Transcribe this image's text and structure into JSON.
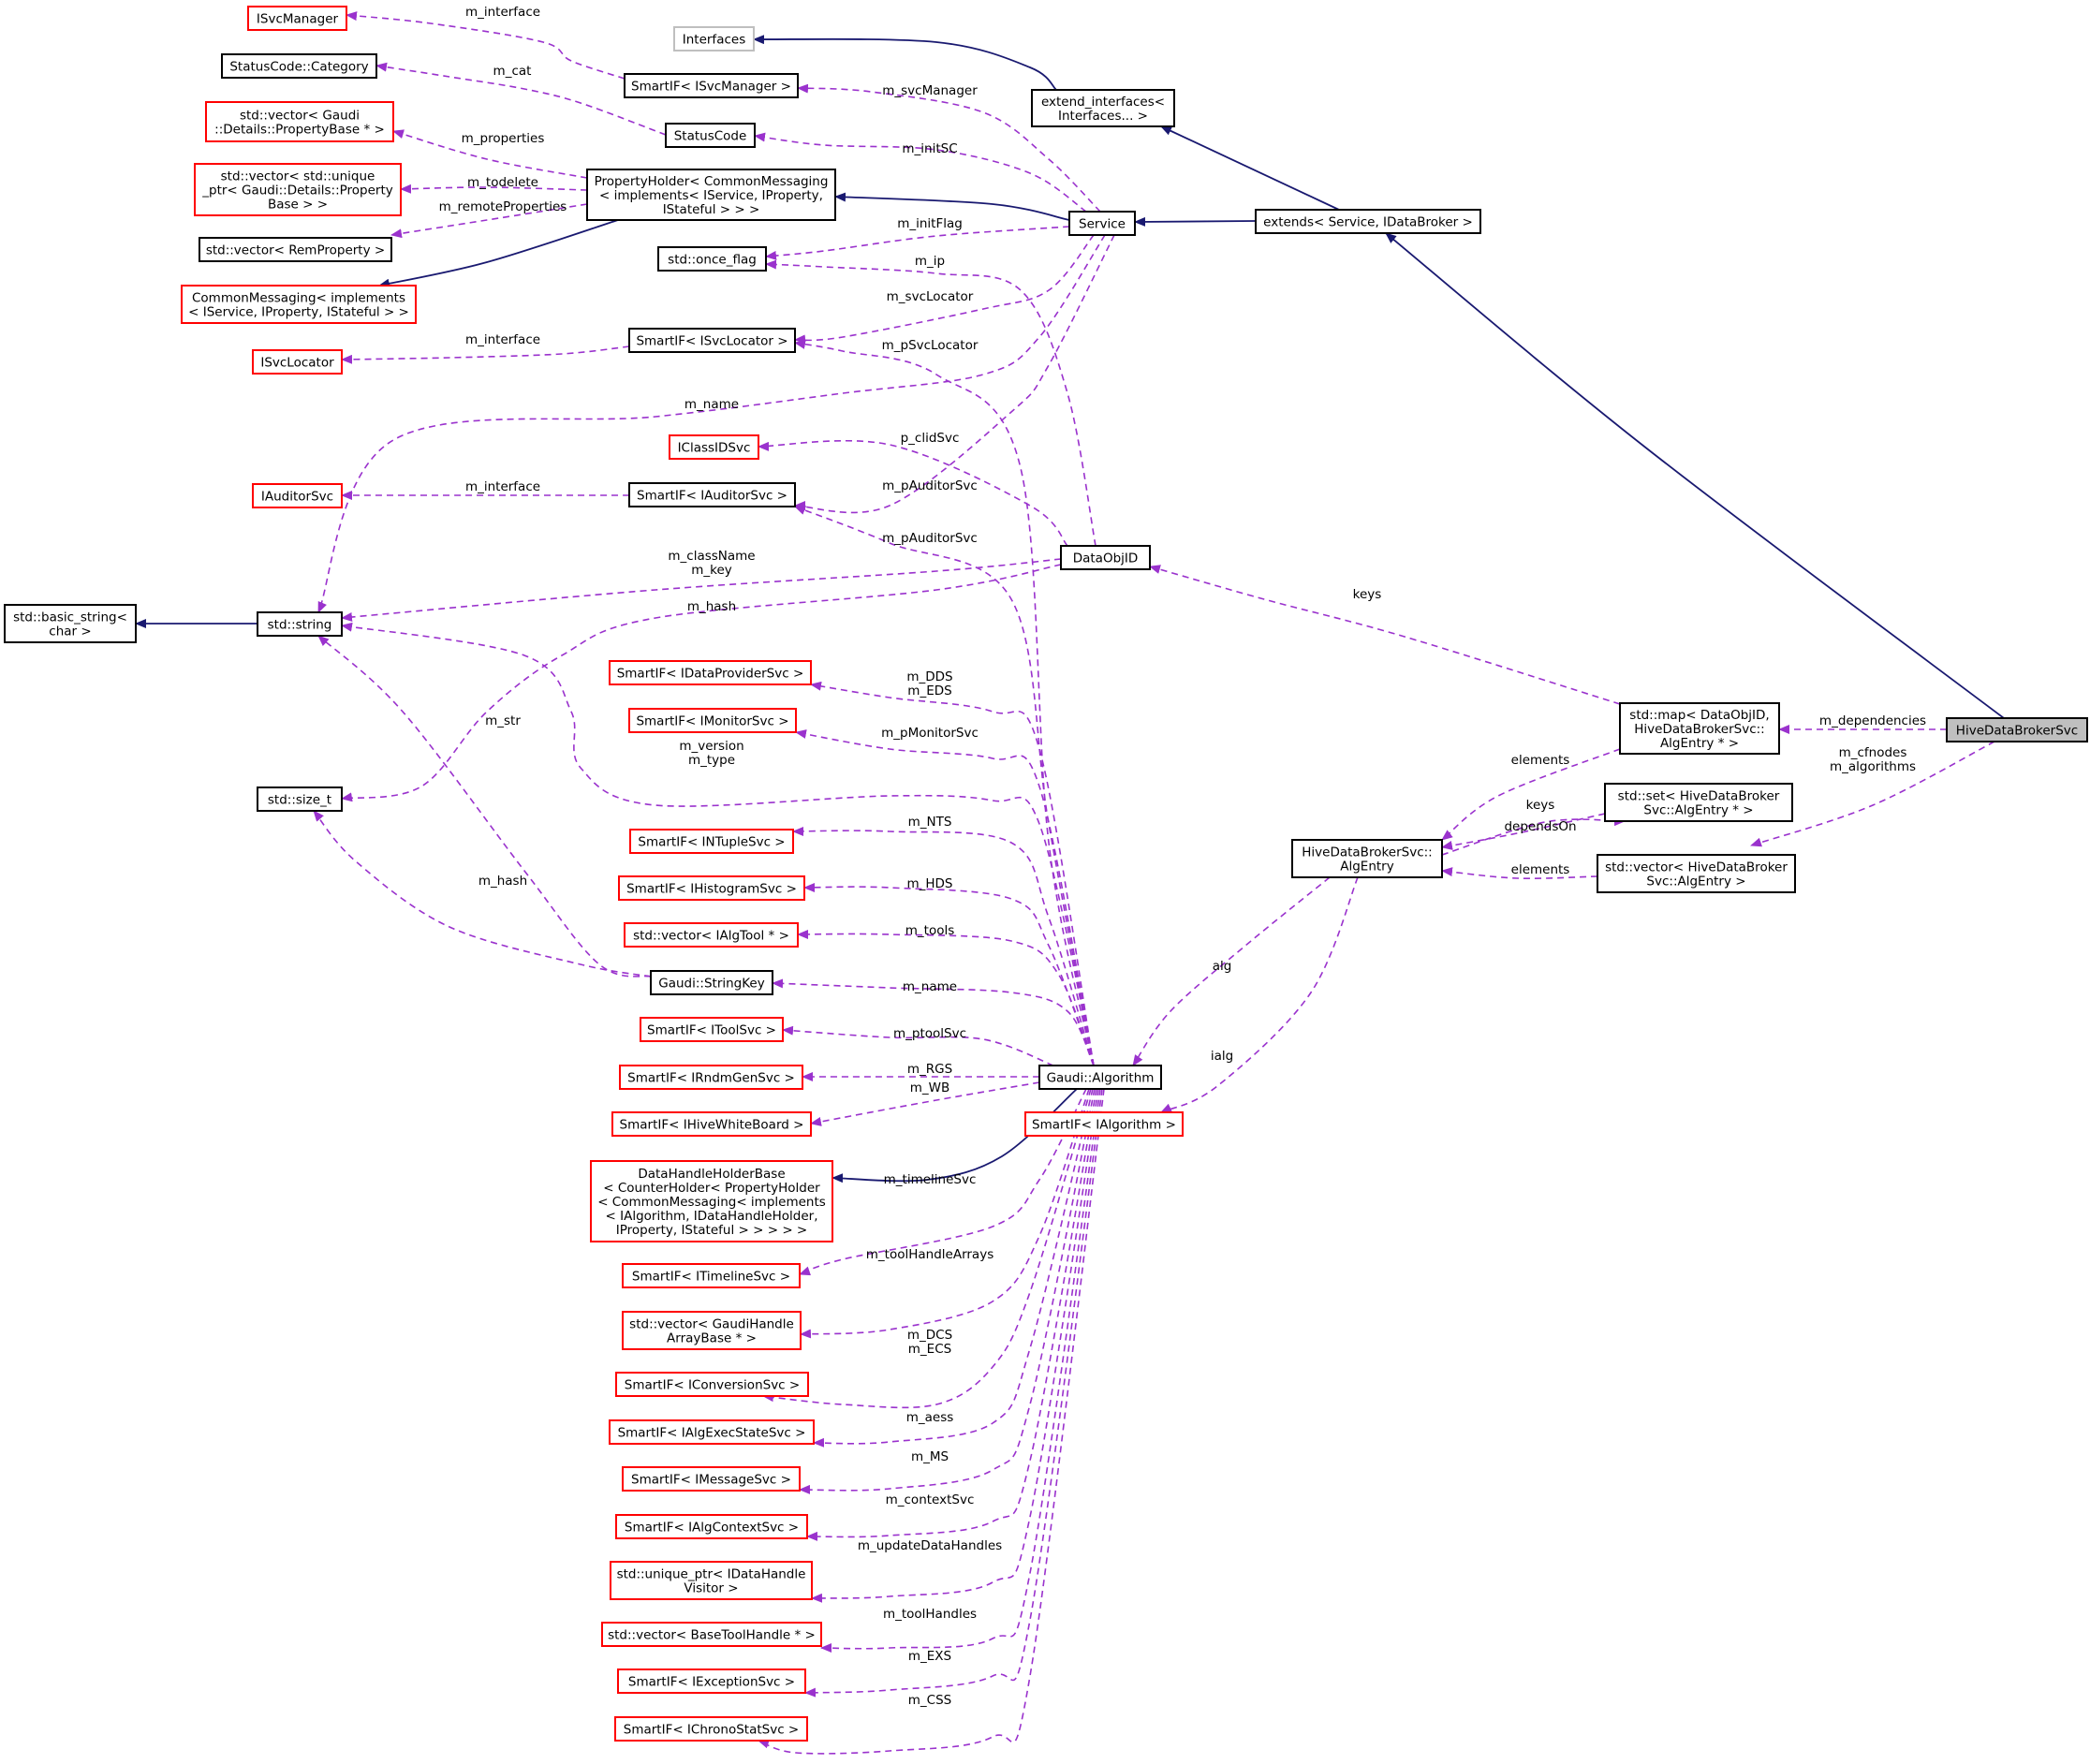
{
  "nodes": [
    {
      "id": "ISvcManager",
      "lines": [
        "ISvcManager"
      ],
      "style": "red"
    },
    {
      "id": "Interfaces",
      "lines": [
        "Interfaces"
      ],
      "style": "gray"
    },
    {
      "id": "StatusCodeCategory",
      "lines": [
        "StatusCode::Category"
      ],
      "style": "black"
    },
    {
      "id": "SmartIFSvcManager",
      "lines": [
        "SmartIF< ISvcManager >"
      ],
      "style": "black"
    },
    {
      "id": "extendInterfaces",
      "lines": [
        "extend_interfaces<",
        "Interfaces... >"
      ],
      "style": "black"
    },
    {
      "id": "StatusCode",
      "lines": [
        "StatusCode"
      ],
      "style": "black"
    },
    {
      "id": "vecPropertyBase",
      "lines": [
        "std::vector< Gaudi",
        "::Details::PropertyBase * >"
      ],
      "style": "red"
    },
    {
      "id": "PropertyHolder",
      "lines": [
        "PropertyHolder< CommonMessaging",
        "< implements< IService, IProperty,",
        "IStateful > > >"
      ],
      "style": "black"
    },
    {
      "id": "vecUniquePtr",
      "lines": [
        "std::vector< std::unique",
        "_ptr< Gaudi::Details::Property",
        "Base > >"
      ],
      "style": "red"
    },
    {
      "id": "Service",
      "lines": [
        "Service"
      ],
      "style": "black"
    },
    {
      "id": "extendsService",
      "lines": [
        "extends< Service, IDataBroker >"
      ],
      "style": "black"
    },
    {
      "id": "vecRemProperty",
      "lines": [
        "std::vector< RemProperty >"
      ],
      "style": "black"
    },
    {
      "id": "onceFlag",
      "lines": [
        "std::once_flag"
      ],
      "style": "black"
    },
    {
      "id": "CommonMessaging",
      "lines": [
        "CommonMessaging< implements",
        "< IService, IProperty, IStateful > >"
      ],
      "style": "red"
    },
    {
      "id": "ISvcLocator",
      "lines": [
        "ISvcLocator"
      ],
      "style": "red"
    },
    {
      "id": "SmartIFSvcLocator",
      "lines": [
        "SmartIF< ISvcLocator >"
      ],
      "style": "black"
    },
    {
      "id": "IClassIDSvc",
      "lines": [
        "IClassIDSvc"
      ],
      "style": "red"
    },
    {
      "id": "IAuditorSvc",
      "lines": [
        "IAuditorSvc"
      ],
      "style": "red"
    },
    {
      "id": "SmartIFAuditorSvc",
      "lines": [
        "SmartIF< IAuditorSvc >"
      ],
      "style": "black"
    },
    {
      "id": "DataObjID",
      "lines": [
        "DataObjID"
      ],
      "style": "black"
    },
    {
      "id": "basicString",
      "lines": [
        "std::basic_string<",
        "char >"
      ],
      "style": "black"
    },
    {
      "id": "stdString",
      "lines": [
        "std::string"
      ],
      "style": "black"
    },
    {
      "id": "SmartIFDataProvider",
      "lines": [
        "SmartIF< IDataProviderSvc >"
      ],
      "style": "red"
    },
    {
      "id": "stdMap",
      "lines": [
        "std::map< DataObjID,",
        "HiveDataBrokerSvc::",
        "AlgEntry * >"
      ],
      "style": "black"
    },
    {
      "id": "HiveDataBrokerSvc",
      "lines": [
        "HiveDataBrokerSvc"
      ],
      "style": "focus"
    },
    {
      "id": "SmartIFMonitor",
      "lines": [
        "SmartIF< IMonitorSvc >"
      ],
      "style": "red"
    },
    {
      "id": "sizeT",
      "lines": [
        "std::size_t"
      ],
      "style": "black"
    },
    {
      "id": "stdSet",
      "lines": [
        "std::set< HiveDataBroker",
        "Svc::AlgEntry * >"
      ],
      "style": "black"
    },
    {
      "id": "AlgEntry",
      "lines": [
        "HiveDataBrokerSvc::",
        "AlgEntry"
      ],
      "style": "black"
    },
    {
      "id": "SmartIFNTuple",
      "lines": [
        "SmartIF< INTupleSvc >"
      ],
      "style": "red"
    },
    {
      "id": "stdVectorAlgEntry",
      "lines": [
        "std::vector< HiveDataBroker",
        "Svc::AlgEntry >"
      ],
      "style": "black"
    },
    {
      "id": "SmartIFHisto",
      "lines": [
        "SmartIF< IHistogramSvc >"
      ],
      "style": "red"
    },
    {
      "id": "vecAlgTool",
      "lines": [
        "std::vector< IAlgTool * >"
      ],
      "style": "red"
    },
    {
      "id": "StringKey",
      "lines": [
        "Gaudi::StringKey"
      ],
      "style": "black"
    },
    {
      "id": "SmartIFToolSvc",
      "lines": [
        "SmartIF< IToolSvc >"
      ],
      "style": "red"
    },
    {
      "id": "SmartIFRndm",
      "lines": [
        "SmartIF< IRndmGenSvc >"
      ],
      "style": "red"
    },
    {
      "id": "GaudiAlgorithm",
      "lines": [
        "Gaudi::Algorithm"
      ],
      "style": "black"
    },
    {
      "id": "SmartIFWhiteBoard",
      "lines": [
        "SmartIF< IHiveWhiteBoard >"
      ],
      "style": "red"
    },
    {
      "id": "SmartIFIAlgorithm",
      "lines": [
        "SmartIF< IAlgorithm >"
      ],
      "style": "red"
    },
    {
      "id": "DataHandleHolderBase",
      "lines": [
        "DataHandleHolderBase",
        "< CounterHolder< PropertyHolder",
        "< CommonMessaging< implements",
        "< IAlgorithm, IDataHandleHolder,",
        "IProperty, IStateful > > > > >"
      ],
      "style": "red"
    },
    {
      "id": "SmartIFTimeline",
      "lines": [
        "SmartIF< ITimelineSvc >"
      ],
      "style": "red"
    },
    {
      "id": "vecGaudiHandle",
      "lines": [
        "std::vector< GaudiHandle",
        "ArrayBase * >"
      ],
      "style": "red"
    },
    {
      "id": "SmartIFConversion",
      "lines": [
        "SmartIF< IConversionSvc >"
      ],
      "style": "red"
    },
    {
      "id": "SmartIFAlgExec",
      "lines": [
        "SmartIF< IAlgExecStateSvc >"
      ],
      "style": "red"
    },
    {
      "id": "SmartIFMessage",
      "lines": [
        "SmartIF< IMessageSvc >"
      ],
      "style": "red"
    },
    {
      "id": "SmartIFAlgContext",
      "lines": [
        "SmartIF< IAlgContextSvc >"
      ],
      "style": "red"
    },
    {
      "id": "uniquePtrVisitor",
      "lines": [
        "std::unique_ptr< IDataHandle",
        "Visitor >"
      ],
      "style": "red"
    },
    {
      "id": "vecBaseToolHandle",
      "lines": [
        "std::vector< BaseToolHandle * >"
      ],
      "style": "red"
    },
    {
      "id": "SmartIFException",
      "lines": [
        "SmartIF< IExceptionSvc >"
      ],
      "style": "red"
    },
    {
      "id": "SmartIFChrono",
      "lines": [
        "SmartIF< IChronoStatSvc >"
      ],
      "style": "red"
    }
  ],
  "edges": [
    {
      "type": "inherit",
      "from": "extendInterfaces",
      "to": "Interfaces",
      "labels": []
    },
    {
      "type": "inherit",
      "from": "extendsService",
      "to": "extendInterfaces",
      "labels": []
    },
    {
      "type": "inherit",
      "from": "Service",
      "to": "PropertyHolder",
      "labels": []
    },
    {
      "type": "inherit",
      "from": "extendsService",
      "to": "Service",
      "labels": []
    },
    {
      "type": "inherit",
      "from": "PropertyHolder",
      "to": "CommonMessaging",
      "labels": []
    },
    {
      "type": "inherit",
      "from": "HiveDataBrokerSvc",
      "to": "extendsService",
      "labels": []
    },
    {
      "type": "inherit",
      "from": "stdString",
      "to": "basicString",
      "labels": []
    },
    {
      "type": "inherit",
      "from": "GaudiAlgorithm",
      "to": "DataHandleHolderBase",
      "labels": []
    },
    {
      "type": "use",
      "from": "SmartIFSvcManager",
      "to": "ISvcManager",
      "labels": [
        "m_interface"
      ]
    },
    {
      "type": "use",
      "from": "StatusCode",
      "to": "StatusCodeCategory",
      "labels": [
        "m_cat"
      ]
    },
    {
      "type": "use",
      "from": "Service",
      "to": "SmartIFSvcManager",
      "labels": [
        "m_svcManager"
      ]
    },
    {
      "type": "use",
      "from": "Service",
      "to": "StatusCode",
      "labels": [
        "m_initSC"
      ]
    },
    {
      "type": "use",
      "from": "PropertyHolder",
      "to": "vecPropertyBase",
      "labels": [
        "m_properties"
      ]
    },
    {
      "type": "use",
      "from": "PropertyHolder",
      "to": "vecUniquePtr",
      "labels": [
        "m_todelete"
      ]
    },
    {
      "type": "use",
      "from": "PropertyHolder",
      "to": "vecRemProperty",
      "labels": [
        "m_remoteProperties"
      ]
    },
    {
      "type": "use",
      "from": "Service",
      "to": "onceFlag",
      "labels": [
        "m_initFlag"
      ]
    },
    {
      "type": "use",
      "from": "DataObjID",
      "to": "onceFlag",
      "labels": [
        "m_ip"
      ]
    },
    {
      "type": "use",
      "from": "Service",
      "to": "SmartIFSvcLocator",
      "labels": [
        "m_svcLocator"
      ]
    },
    {
      "type": "use",
      "from": "SmartIFSvcLocator",
      "to": "ISvcLocator",
      "labels": [
        "m_interface"
      ]
    },
    {
      "type": "use",
      "from": "GaudiAlgorithm",
      "to": "SmartIFSvcLocator",
      "labels": [
        "m_pSvcLocator"
      ]
    },
    {
      "type": "use",
      "from": "Service",
      "to": "stdString",
      "labels": [
        "m_name"
      ]
    },
    {
      "type": "use",
      "from": "DataObjID",
      "to": "IClassIDSvc",
      "labels": [
        "p_clidSvc"
      ]
    },
    {
      "type": "use",
      "from": "SmartIFAuditorSvc",
      "to": "IAuditorSvc",
      "labels": [
        "m_interface"
      ]
    },
    {
      "type": "use",
      "from": "Service",
      "to": "SmartIFAuditorSvc",
      "labels": [
        "m_pAuditorSvc"
      ]
    },
    {
      "type": "use",
      "from": "GaudiAlgorithm",
      "to": "SmartIFAuditorSvc",
      "labels": [
        "m_pAuditorSvc"
      ]
    },
    {
      "type": "use",
      "from": "DataObjID",
      "to": "stdString",
      "labels": [
        "m_className",
        "m_key"
      ]
    },
    {
      "type": "use",
      "from": "DataObjID",
      "to": "sizeT",
      "labels": [
        "m_hash"
      ]
    },
    {
      "type": "use",
      "from": "stdMap",
      "to": "DataObjID",
      "labels": [
        "keys"
      ]
    },
    {
      "type": "use",
      "from": "HiveDataBrokerSvc",
      "to": "stdMap",
      "labels": [
        "m_dependencies"
      ]
    },
    {
      "type": "use",
      "from": "HiveDataBrokerSvc",
      "to": "stdVectorAlgEntry",
      "labels": [
        "m_cfnodes",
        "m_algorithms"
      ]
    },
    {
      "type": "use",
      "from": "stdMap",
      "to": "AlgEntry",
      "labels": [
        "elements"
      ]
    },
    {
      "type": "use",
      "from": "AlgEntry",
      "to": "stdSet",
      "labels": [
        "keys"
      ]
    },
    {
      "type": "use",
      "from": "stdSet",
      "to": "AlgEntry",
      "labels": [
        "dependsOn"
      ]
    },
    {
      "type": "use",
      "from": "stdVectorAlgEntry",
      "to": "AlgEntry",
      "labels": [
        "elements"
      ]
    },
    {
      "type": "use",
      "from": "AlgEntry",
      "to": "GaudiAlgorithm",
      "labels": [
        "alg"
      ]
    },
    {
      "type": "use",
      "from": "AlgEntry",
      "to": "SmartIFIAlgorithm",
      "labels": [
        "ialg"
      ]
    },
    {
      "type": "use",
      "from": "StringKey",
      "to": "stdString",
      "labels": [
        "m_str"
      ]
    },
    {
      "type": "use",
      "from": "StringKey",
      "to": "sizeT",
      "labels": [
        "m_hash"
      ]
    },
    {
      "type": "use",
      "from": "GaudiAlgorithm",
      "to": "SmartIFDataProvider",
      "labels": [
        "m_DDS",
        "m_EDS"
      ]
    },
    {
      "type": "use",
      "from": "GaudiAlgorithm",
      "to": "SmartIFMonitor",
      "labels": [
        "m_pMonitorSvc"
      ]
    },
    {
      "type": "use",
      "from": "GaudiAlgorithm",
      "to": "stdString",
      "labels": [
        "m_version",
        "m_type"
      ]
    },
    {
      "type": "use",
      "from": "GaudiAlgorithm",
      "to": "SmartIFNTuple",
      "labels": [
        "m_NTS"
      ]
    },
    {
      "type": "use",
      "from": "GaudiAlgorithm",
      "to": "SmartIFHisto",
      "labels": [
        "m_HDS"
      ]
    },
    {
      "type": "use",
      "from": "GaudiAlgorithm",
      "to": "vecAlgTool",
      "labels": [
        "m_tools"
      ]
    },
    {
      "type": "use",
      "from": "GaudiAlgorithm",
      "to": "StringKey",
      "labels": [
        "m_name"
      ]
    },
    {
      "type": "use",
      "from": "GaudiAlgorithm",
      "to": "SmartIFToolSvc",
      "labels": [
        "m_ptoolSvc"
      ]
    },
    {
      "type": "use",
      "from": "GaudiAlgorithm",
      "to": "SmartIFRndm",
      "labels": [
        "m_RGS"
      ]
    },
    {
      "type": "use",
      "from": "GaudiAlgorithm",
      "to": "SmartIFWhiteBoard",
      "labels": [
        "m_WB"
      ]
    },
    {
      "type": "use",
      "from": "GaudiAlgorithm",
      "to": "SmartIFTimeline",
      "labels": [
        "m_timelineSvc"
      ]
    },
    {
      "type": "use",
      "from": "GaudiAlgorithm",
      "to": "vecGaudiHandle",
      "labels": [
        "m_toolHandleArrays"
      ]
    },
    {
      "type": "use",
      "from": "GaudiAlgorithm",
      "to": "SmartIFConversion",
      "labels": [
        "m_DCS",
        "m_ECS"
      ]
    },
    {
      "type": "use",
      "from": "GaudiAlgorithm",
      "to": "SmartIFAlgExec",
      "labels": [
        "m_aess"
      ]
    },
    {
      "type": "use",
      "from": "GaudiAlgorithm",
      "to": "SmartIFMessage",
      "labels": [
        "m_MS"
      ]
    },
    {
      "type": "use",
      "from": "GaudiAlgorithm",
      "to": "SmartIFAlgContext",
      "labels": [
        "m_contextSvc"
      ]
    },
    {
      "type": "use",
      "from": "GaudiAlgorithm",
      "to": "uniquePtrVisitor",
      "labels": [
        "m_updateDataHandles"
      ]
    },
    {
      "type": "use",
      "from": "GaudiAlgorithm",
      "to": "vecBaseToolHandle",
      "labels": [
        "m_toolHandles"
      ]
    },
    {
      "type": "use",
      "from": "GaudiAlgorithm",
      "to": "SmartIFException",
      "labels": [
        "m_EXS"
      ]
    },
    {
      "type": "use",
      "from": "GaudiAlgorithm",
      "to": "SmartIFChrono",
      "labels": [
        "m_CSS"
      ]
    }
  ],
  "colors": {
    "inherit_edge": "#191970",
    "use_edge": "#9a32cd",
    "red_border": "#ff0000",
    "gray_border": "#bfbfbf",
    "focus_fill": "#bfbfbf"
  }
}
